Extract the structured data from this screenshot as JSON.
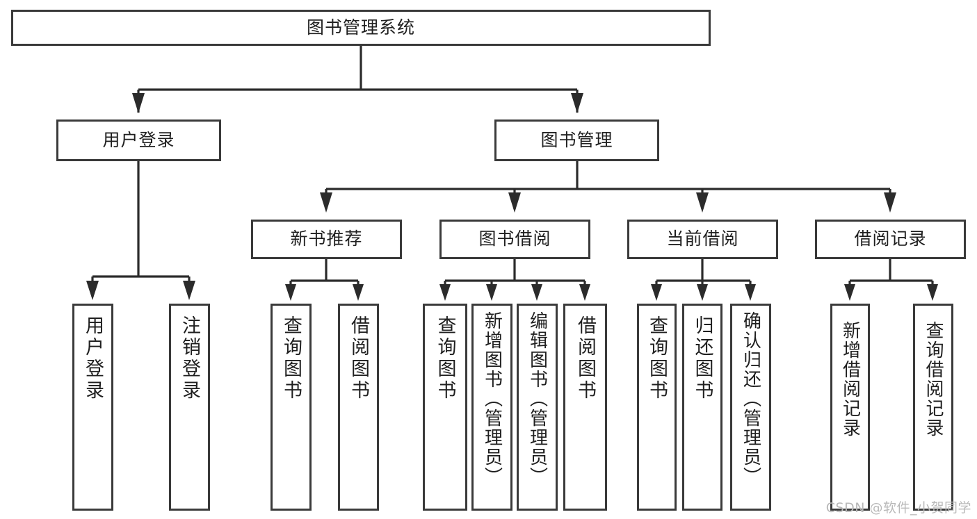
{
  "diagram": {
    "title": "图书管理系统",
    "type": "tree-hierarchy",
    "watermark": "CSDN @软件_小贺同学",
    "colors": {
      "box_border": "#3a3a3a",
      "box_fill": "#ffffff",
      "connector": "#2b2b2b",
      "text": "#1f1f1f",
      "watermark": "#b9b9b9",
      "background": "#ffffff"
    },
    "levels": {
      "root": {
        "label": "图书管理系统"
      },
      "level1": [
        {
          "id": "user-login",
          "label": "用户登录"
        },
        {
          "id": "book-management",
          "label": "图书管理"
        }
      ],
      "level2": [
        {
          "id": "new-book-recommend",
          "label": "新书推荐",
          "parent": "book-management"
        },
        {
          "id": "book-borrow",
          "label": "图书借阅",
          "parent": "book-management"
        },
        {
          "id": "current-borrow",
          "label": "当前借阅",
          "parent": "book-management"
        },
        {
          "id": "borrow-record",
          "label": "借阅记录",
          "parent": "book-management"
        }
      ],
      "leaves": [
        {
          "id": "leaf-user-login",
          "label": "用户登录",
          "parent": "user-login"
        },
        {
          "id": "leaf-user-logout",
          "label": "注销登录",
          "parent": "user-login"
        },
        {
          "id": "leaf-query-book-1",
          "label": "查询图书",
          "parent": "new-book-recommend"
        },
        {
          "id": "leaf-borrow-book-1",
          "label": "借阅图书",
          "parent": "new-book-recommend"
        },
        {
          "id": "leaf-query-book-2",
          "label": "查询图书",
          "parent": "book-borrow"
        },
        {
          "id": "leaf-add-book",
          "label": "新增图书（管理员）",
          "parent": "book-borrow"
        },
        {
          "id": "leaf-edit-book",
          "label": "编辑图书（管理员）",
          "parent": "book-borrow"
        },
        {
          "id": "leaf-borrow-book-2",
          "label": "借阅图书",
          "parent": "book-borrow"
        },
        {
          "id": "leaf-query-book-3",
          "label": "查询图书",
          "parent": "current-borrow"
        },
        {
          "id": "leaf-return-book",
          "label": "归还图书",
          "parent": "current-borrow"
        },
        {
          "id": "leaf-confirm-return",
          "label": "确认归还（管理员）",
          "parent": "current-borrow"
        },
        {
          "id": "leaf-add-record",
          "label": "新增借阅记录",
          "parent": "borrow-record"
        },
        {
          "id": "leaf-query-record",
          "label": "查询借阅记录",
          "parent": "borrow-record"
        }
      ]
    }
  }
}
